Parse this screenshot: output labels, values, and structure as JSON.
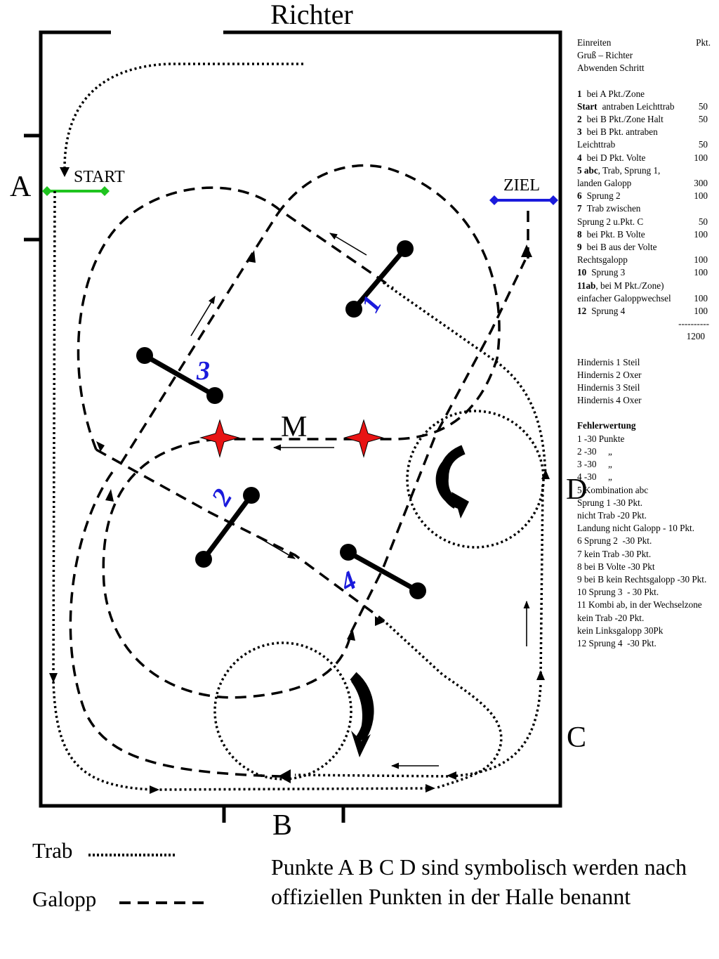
{
  "arena": {
    "judge_label": "Richter",
    "letters": {
      "A": "A",
      "B": "B",
      "C": "C",
      "D": "D",
      "M": "M"
    },
    "start_label": "START",
    "finish_label": "ZIEL",
    "obstacle_numbers": [
      "1",
      "2",
      "3",
      "4"
    ],
    "colors": {
      "start": "#1fc41f",
      "finish": "#1a1adc",
      "obstacle_number": "#1a1adc",
      "star": "#e81414"
    }
  },
  "scoresheet": {
    "header": {
      "label": "Einreiten",
      "points": "Pkt."
    },
    "intro": [
      "Gruß – Richter",
      "Abwenden Schritt"
    ],
    "items": [
      {
        "num": "1",
        "text": "bei A Pkt./Zone"
      },
      {
        "num": "Start",
        "text": "antraben Leichttrab",
        "points": "50"
      },
      {
        "num": "2",
        "text": "bei B Pkt./Zone Halt",
        "points": "50"
      },
      {
        "num": "3",
        "text": "bei B Pkt. antraben"
      },
      {
        "num": "",
        "text": "Leichttrab",
        "points": "50"
      },
      {
        "num": "4",
        "text": "bei D Pkt. Volte",
        "points": "100"
      },
      {
        "num": "5 abc",
        "text": ", Trab, Sprung 1,"
      },
      {
        "num": "",
        "text": "landen Galopp",
        "points": "300"
      },
      {
        "num": "6",
        "text": "Sprung 2",
        "points": "100"
      },
      {
        "num": "7",
        "text": "Trab zwischen"
      },
      {
        "num": "",
        "text": "Sprung 2 u.Pkt. C",
        "points": "50"
      },
      {
        "num": "8",
        "text": "bei Pkt. B Volte",
        "points": "100"
      },
      {
        "num": "9",
        "text": "bei B aus der Volte"
      },
      {
        "num": "",
        "text": "Rechtsgalopp",
        "points": "100"
      },
      {
        "num": "10",
        "text": "Sprung 3",
        "points": "100"
      },
      {
        "num": "11ab",
        "text": ", bei M Pkt./Zone)"
      },
      {
        "num": "",
        "text": "einfacher Galoppwechsel",
        "points": "100"
      },
      {
        "num": "12",
        "text": "Sprung 4",
        "points": "100"
      }
    ],
    "divider": "----------",
    "total": "1200",
    "obstacles": [
      "Hindernis 1 Steil",
      "Hindernis 2 Oxer",
      "Hindernis 3 Steil",
      "Hindernis 4 Oxer"
    ],
    "faults_title": "Fehlerwertung",
    "faults": [
      "1 -30 Punkte",
      "2 -30     „",
      "3 -30     „",
      "4 -30     „",
      "5 Kombination abc",
      "Sprung 1 -30 Pkt.",
      "nicht Trab -20 Pkt.",
      "Landung nicht Galopp - 10 Pkt.",
      "6 Sprung 2  -30 Pkt.",
      "7 kein Trab -30 Pkt.",
      "8 bei B Volte -30 Pkt",
      "9 bei B kein Rechtsgalopp -30 Pkt.",
      "10 Sprung 3  - 30 Pkt.",
      "11 Kombi ab, in der Wechselzone kein Trab -20 Pkt.",
      "kein Linksgalopp 30Pk",
      "12 Sprung 4  -30 Pkt."
    ]
  },
  "legend": {
    "trot_label": "Trab",
    "canter_label": "Galopp"
  },
  "footnote": "Punkte A B C D sind symbolisch werden nach offiziellen Punkten in der Halle benannt"
}
